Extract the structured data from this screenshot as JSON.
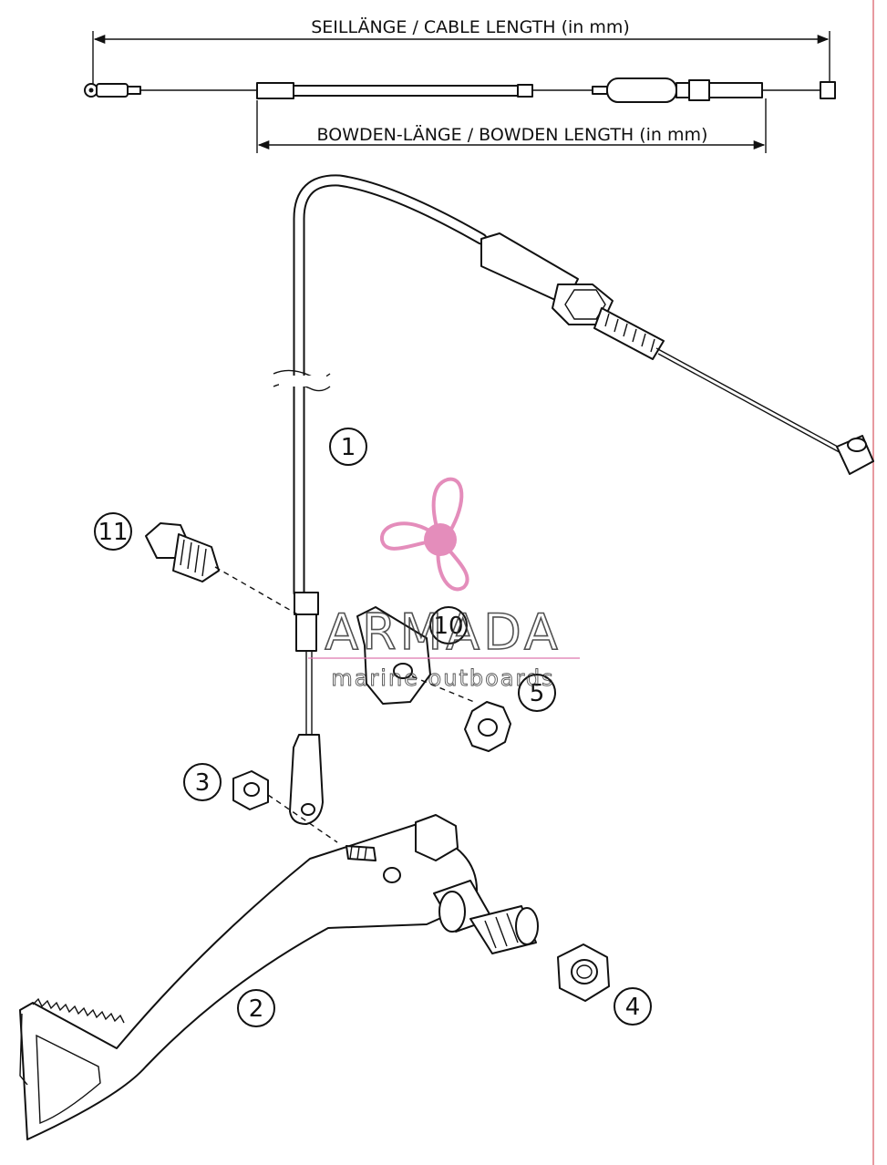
{
  "dimensions": {
    "cable_length_label": "SEILLÄNGE / CABLE LENGTH (in mm)",
    "bowden_length_label": "BOWDEN-LÄNGE / BOWDEN LENGTH (in mm)"
  },
  "callouts": [
    {
      "id": "1",
      "label": "1"
    },
    {
      "id": "2",
      "label": "2"
    },
    {
      "id": "3",
      "label": "3"
    },
    {
      "id": "4",
      "label": "4"
    },
    {
      "id": "5",
      "label": "5"
    },
    {
      "id": "10",
      "label": "10"
    },
    {
      "id": "11",
      "label": "11"
    }
  ],
  "watermark": {
    "title": "ARMADA",
    "subtitle": "marine outboards",
    "logo_icon": "propeller-icon",
    "color": "#e07ab0"
  },
  "colors": {
    "line": "#111111",
    "border_right": "#e89aa0"
  }
}
